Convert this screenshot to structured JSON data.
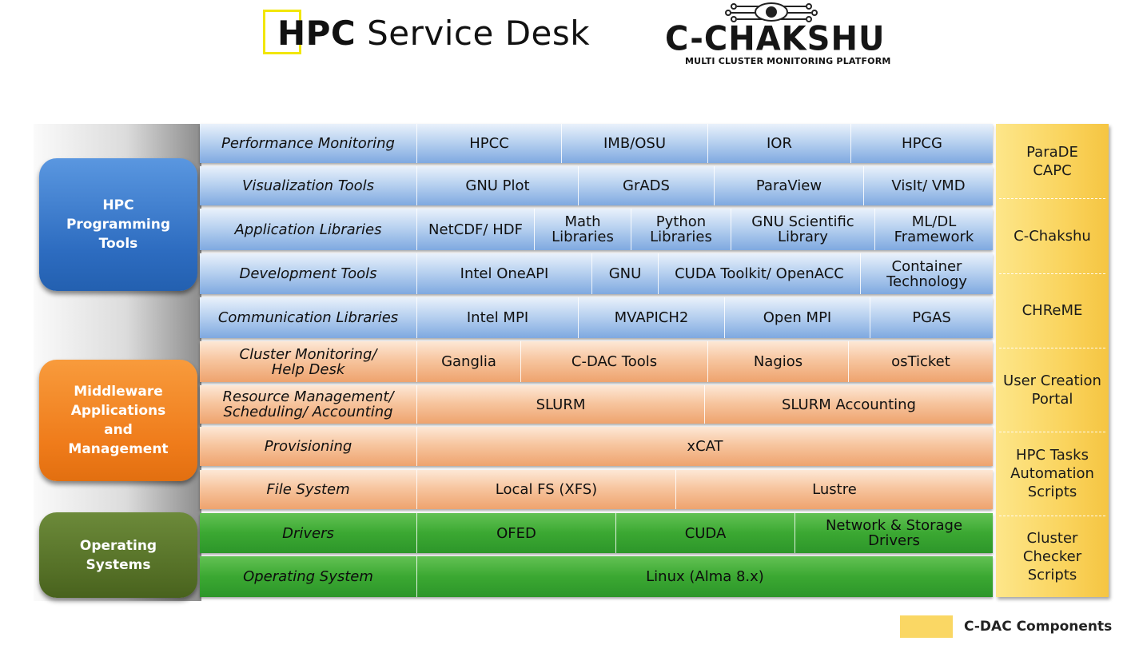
{
  "logos": {
    "hpc_service_desk": {
      "bold": "HPC",
      "rest": " Service Desk"
    },
    "c_chakshu": {
      "name": "C-CHAKSHU",
      "tagline": "MULTI CLUSTER MONITORING PLATFORM"
    }
  },
  "categories": {
    "hpc_programming_tools": "HPC\nProgramming\nTools",
    "middleware": "Middleware\nApplications\nand\nManagement",
    "operating_systems": "Operating\nSystems"
  },
  "layers": [
    {
      "label": "Performance Monitoring",
      "items": [
        "HPCC",
        "IMB/OSU",
        "IOR",
        "HPCG"
      ]
    },
    {
      "label": "Visualization Tools",
      "items": [
        "GNU Plot",
        "GrADS",
        "ParaView",
        "VisIt/ VMD"
      ]
    },
    {
      "label": "Application Libraries",
      "items": [
        "NetCDF/ HDF",
        "Math\nLibraries",
        "Python\nLibraries",
        "GNU Scientific\nLibrary",
        "ML/DL\nFramework"
      ]
    },
    {
      "label": "Development Tools",
      "items": [
        "Intel OneAPI",
        "GNU",
        "CUDA Toolkit/ OpenACC",
        "Container\nTechnology"
      ]
    },
    {
      "label": "Communication Libraries",
      "items": [
        "Intel MPI",
        "MVAPICH2",
        "Open MPI",
        "PGAS"
      ]
    },
    {
      "label": "Cluster Monitoring/\nHelp Desk",
      "items": [
        "Ganglia",
        "C-DAC Tools",
        "Nagios",
        "osTicket"
      ]
    },
    {
      "label": "Resource Management/\nScheduling/ Accounting",
      "items": [
        "SLURM",
        "SLURM Accounting"
      ]
    },
    {
      "label": "Provisioning",
      "items": [
        "xCAT"
      ]
    },
    {
      "label": "File System",
      "items": [
        "Local FS (XFS)",
        "Lustre"
      ]
    },
    {
      "label": "Drivers",
      "items": [
        "OFED",
        "CUDA",
        "Network & Storage\nDrivers"
      ]
    },
    {
      "label": "Operating System",
      "items": [
        "Linux (Alma 8.x)"
      ]
    }
  ],
  "cdac_components": [
    "ParaDE\nCAPC",
    "C-Chakshu",
    "CHReME",
    "User Creation\nPortal",
    "HPC Tasks\nAutomation\nScripts",
    "Cluster\nChecker\nScripts"
  ],
  "legend": {
    "label": "C-DAC Components",
    "color": "#fad764"
  },
  "colors": {
    "hpc_category": "#2d6cc0",
    "middleware_category": "#ef7b1a",
    "os_category": "#546f26",
    "programming_layer": "#b9d2f0",
    "middleware_layer": "#f7c6a0",
    "os_layer": "#3ba832",
    "cdac_column": "#fad45e"
  }
}
